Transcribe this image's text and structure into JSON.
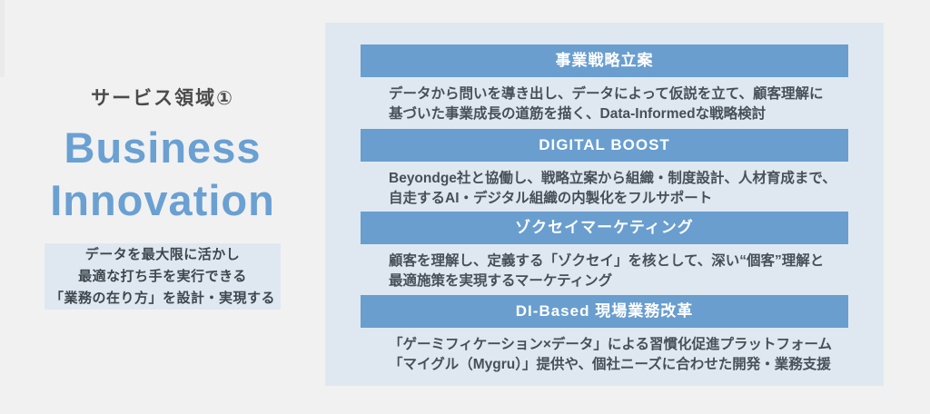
{
  "left": {
    "service_label": "サービス領域①",
    "title_line1": "Business",
    "title_line2": "Innovation",
    "summary_lines": [
      "データを最大限に活かし",
      "最適な打ち手を実行できる",
      "「業務の在り方」を設計・実現する"
    ]
  },
  "panel": {
    "sections": [
      {
        "title": "事業戦略立案",
        "lines": [
          "データから問いを導き出し、データによって仮説を立て、顧客理解に",
          "基づいた事業成長の道筋を描く、Data-Informedな戦略検討"
        ]
      },
      {
        "title": "DIGITAL BOOST",
        "lines": [
          "Beyondge社と協働し、戦略立案から組織・制度設計、人材育成まで、",
          "自走するAI・デジタル組織の内製化をフルサポート"
        ]
      },
      {
        "title": "ゾクセイマーケティング",
        "lines": [
          "顧客を理解し、定義する「ゾクセイ」を核として、深い“個客”理解と",
          "最適施策を実現するマーケティング"
        ]
      },
      {
        "title": "DI-Based 現場業務改革",
        "lines": [
          "「ゲーミフィケーション×データ」による習慣化促進プラットフォーム",
          "「マイグル（Mygru）」提供や、個社ニーズに合わせた開発・業務支援"
        ]
      }
    ]
  },
  "colors": {
    "page_bg": "#f1f1f2",
    "panel_bg": "#dfe8f1",
    "bar_blue": "#699ecf",
    "title_blue": "#6aa0d2",
    "body_text": "#474f58"
  }
}
